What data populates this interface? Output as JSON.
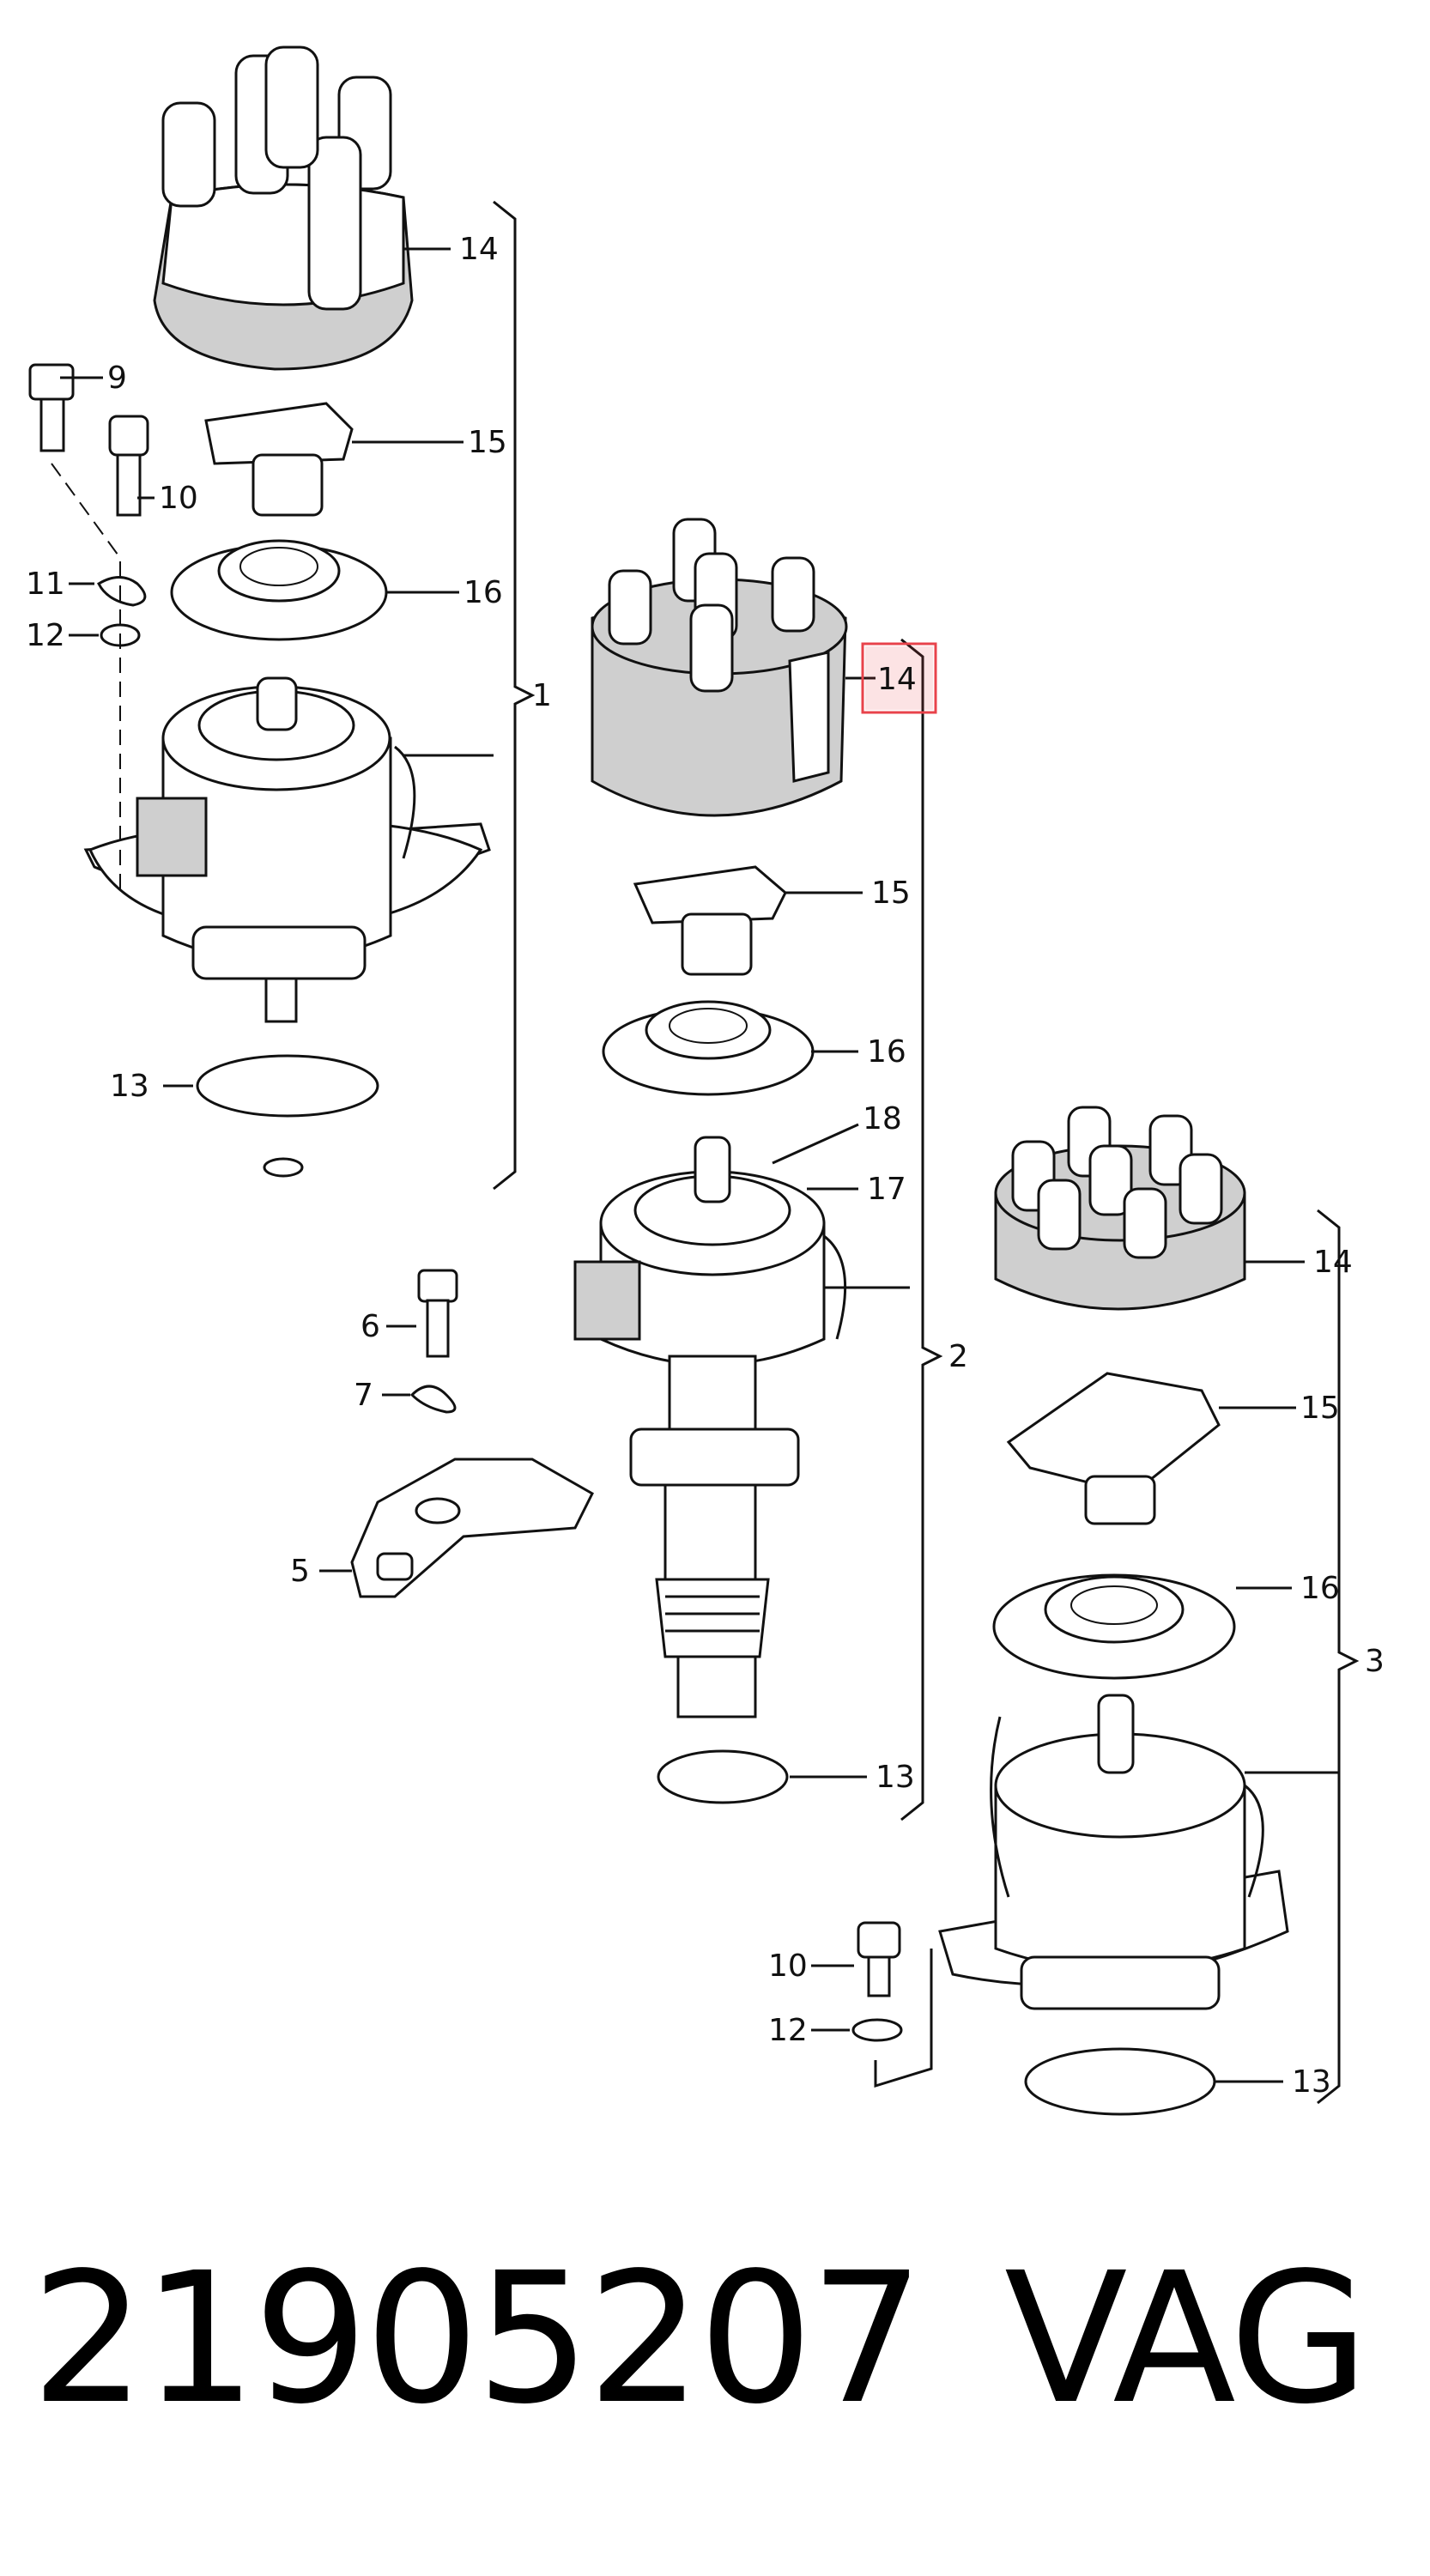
{
  "callouts": {
    "g1_14": "14",
    "g1_9": "9",
    "g1_15": "15",
    "g1_10": "10",
    "g1_11": "11",
    "g1_16": "16",
    "g1_12": "12",
    "g1_1": "1",
    "g1_13": "13",
    "g2_14": "14",
    "g2_15": "15",
    "g2_16": "16",
    "g2_18": "18",
    "g2_17": "17",
    "g2_2": "2",
    "g2_13": "13",
    "g3_6": "6",
    "g3_7": "7",
    "g3_5": "5",
    "g4_14": "14",
    "g4_15": "15",
    "g4_16": "16",
    "g4_3": "3",
    "g4_13": "13",
    "g4_10": "10",
    "g4_12": "12"
  },
  "highlight": {
    "label": "14",
    "color": "#e8434b"
  },
  "footer": {
    "part_number": "21905207",
    "brand": "VAG"
  }
}
